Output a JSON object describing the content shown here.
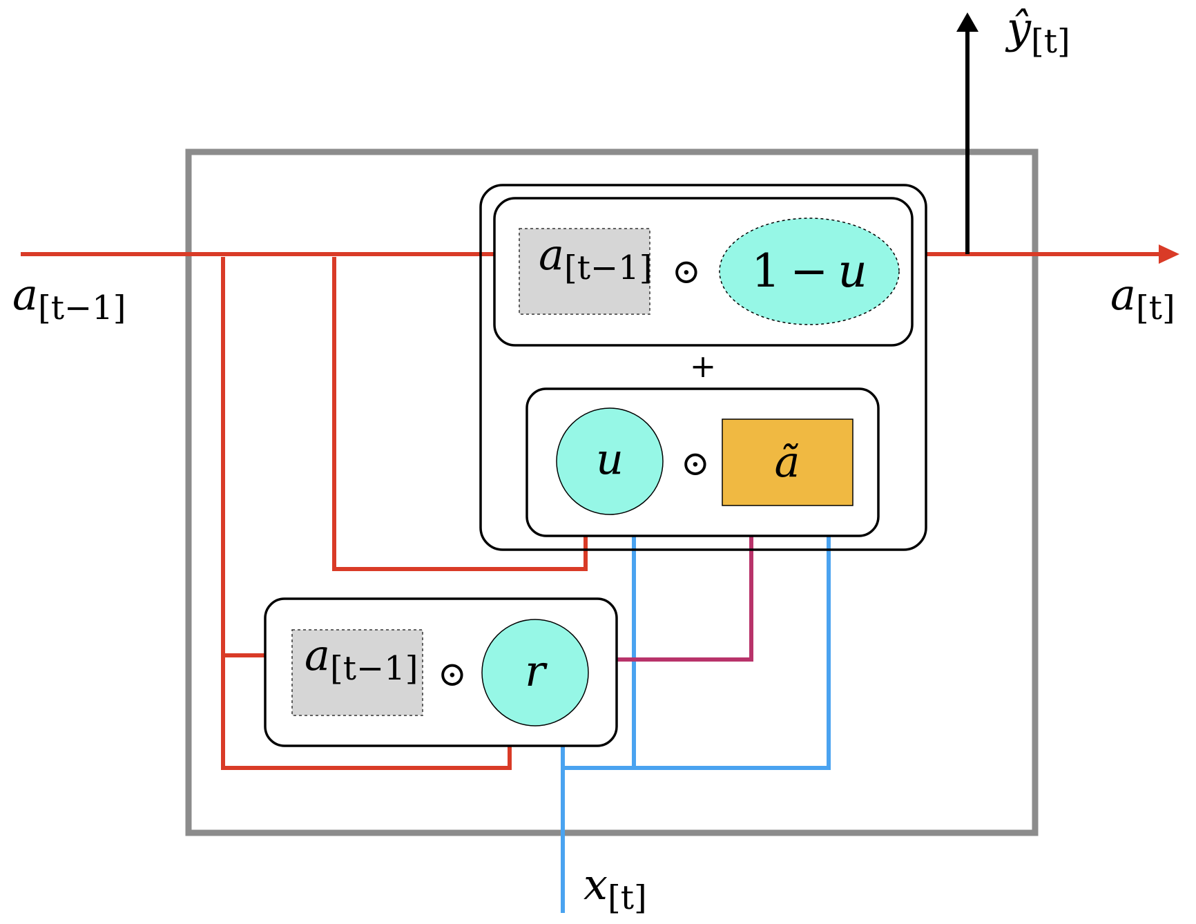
{
  "colors": {
    "cell_border": "#8c8c8c",
    "memory_path": "#d93b27",
    "input_path": "#4aa3f0",
    "reset_path": "#b8336a",
    "output_arrow": "#000000",
    "gate_fill": "#96f7e6",
    "candidate_fill": "#f0b942",
    "prev_state_fill": "#d6d6d6"
  },
  "labels": {
    "input_state": {
      "base": "a",
      "sub": "[t−1]"
    },
    "output_state": {
      "base": "a",
      "sub": "[t]"
    },
    "output_y": {
      "base": "ŷ",
      "sub": "[t]"
    },
    "input_x": {
      "base": "x",
      "sub": "[t]"
    }
  },
  "top_term": {
    "prev_state": {
      "base": "a",
      "sub": "[t−1]"
    },
    "op": "⊙",
    "gate": {
      "num": "1",
      "minus": "−",
      "var": "u"
    }
  },
  "plus": "+",
  "bottom_term": {
    "update_gate": "u",
    "op": "⊙",
    "candidate": "ã"
  },
  "reset_term": {
    "prev_state": {
      "base": "a",
      "sub": "[t−1]"
    },
    "op": "⊙",
    "reset_gate": "r"
  }
}
